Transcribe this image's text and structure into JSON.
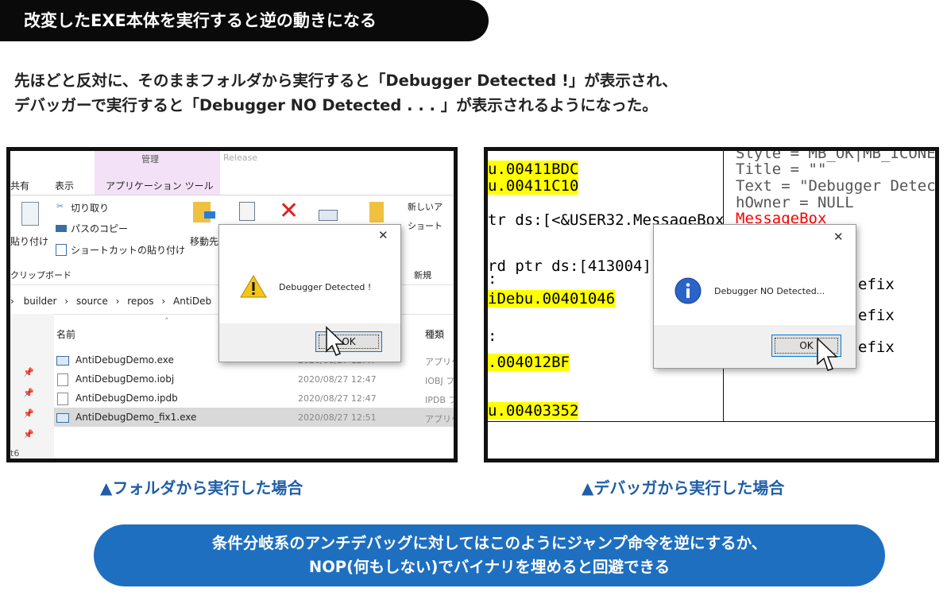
{
  "header": {
    "title": "改変したEXE本体を実行すると逆の動きになる"
  },
  "intro": {
    "line1": "先ほどと反対に、そのままフォルダから実行すると「Debugger Detected !」が表示され、",
    "line2": "デバッガーで実行すると「Debugger NO Detected . . . 」が表示されるようになった。"
  },
  "left_screenshot": {
    "ribbon": {
      "context_group": "管理",
      "release": "Release",
      "tab_share": "共有",
      "tab_view": "表示",
      "tab_app_tools": "アプリケーション ツール",
      "cut": "切り取り",
      "copy_path": "パスのコピー",
      "paste_shortcut": "ショートカットの貼り付け",
      "paste": "貼り付け",
      "move_to": "移動先",
      "new_item": "新しいア",
      "shortcut": "ショート",
      "clipboard_group": "クリップボード",
      "new_group": "新規"
    },
    "breadcrumb": {
      "root": "builder",
      "sep": "›",
      "source": "source",
      "repos": "repos",
      "anti": "AntiDeb"
    },
    "columns": {
      "name": "名前",
      "type": "種類"
    },
    "files": [
      {
        "name": "AntiDebugDemo.exe",
        "date": "2020/08/27 12:47",
        "type": "アプリケ"
      },
      {
        "name": "AntiDebugDemo.iobj",
        "date": "2020/08/27 12:47",
        "type": "IOBJ フ"
      },
      {
        "name": "AntiDebugDemo.ipdb",
        "date": "2020/08/27 12:47",
        "type": "IPDB フ"
      },
      {
        "name": "AntiDebugDemo_fix1.exe",
        "date": "2020/08/27 12:51",
        "type": "アプリケ"
      }
    ],
    "nav_partial": "t6",
    "dialog": {
      "message": "Debugger Detected !",
      "ok": "OK",
      "close": "✕"
    }
  },
  "right_screenshot": {
    "lines": {
      "addr1": "u.00411BDC",
      "addr2": "u.00411C10",
      "ptr_prefix": "tr ds:[<&USER32.MessageBox",
      "ptr_red": "MessageBox",
      "dword": "rd ptr ds:[413004]",
      "colon": ":",
      "call": "iDebu.00401046",
      "colon2": ":",
      "jmp": ".004012BF",
      "addr_last": "u.00403352"
    },
    "params": {
      "style": "Style = MB_OK|MB_ICONEX",
      "title": "Title = \"\"",
      "text": "Text = \"Debugger Detecte",
      "owner": "hOwner = NULL"
    },
    "prefix_labels": [
      "efix",
      "efix",
      "efix"
    ],
    "dialog": {
      "message": "Debugger NO Detected...",
      "ok": "OK",
      "close": "✕"
    }
  },
  "captions": {
    "left": "▲フォルダから実行した場合",
    "right": "▲デバッガから実行した場合"
  },
  "footer": {
    "line1": "条件分岐系のアンチデバッグに対してはこのようにジャンプ命令を逆にするか、",
    "line2": "NOP(何もしない)でバイナリを埋めると回避できる"
  }
}
